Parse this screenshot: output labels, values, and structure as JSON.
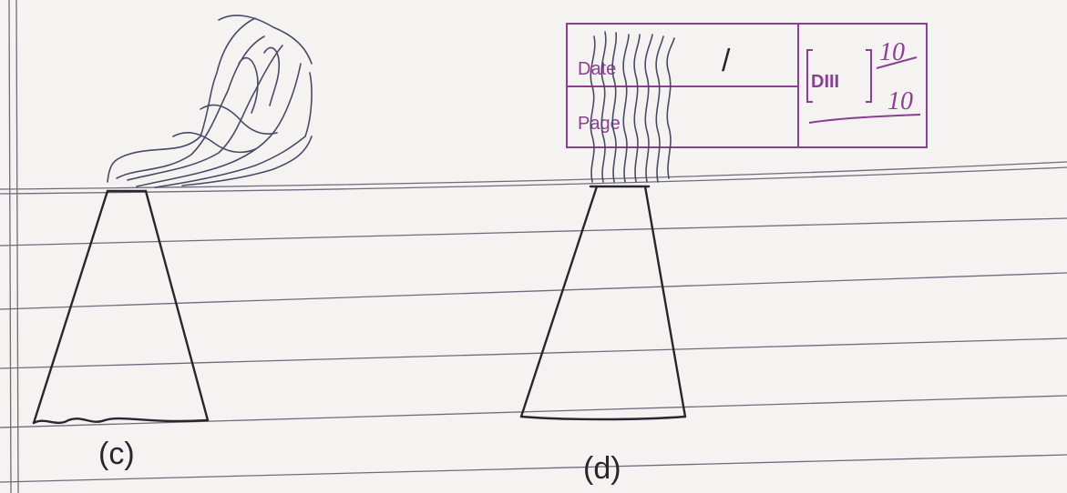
{
  "page_stamp": {
    "date_label": "Date",
    "page_label": "Page",
    "date_value": "/",
    "logo_text": "DIII",
    "fraction_top": "10",
    "fraction_bottom": "10",
    "color": "#8a3f92"
  },
  "sketch_labels": {
    "left": "(c)",
    "right": "(d)"
  },
  "colors": {
    "paper": "#f4f3f1",
    "ink": "#2a2630",
    "rule": "#6e6c7c"
  }
}
